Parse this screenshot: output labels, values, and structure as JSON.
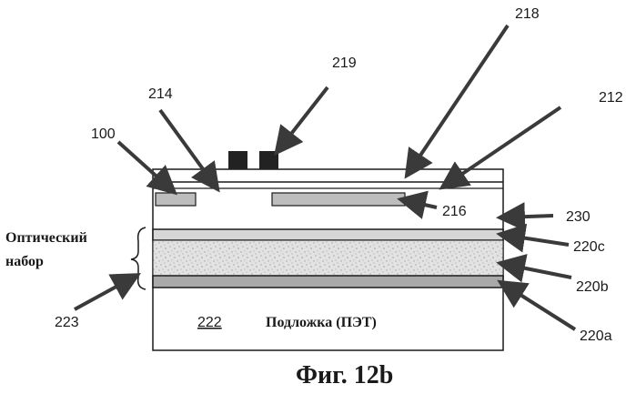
{
  "figure": {
    "caption": "Фиг. 12b",
    "substrate_ref": "222",
    "substrate_label": "Подложка (ПЭТ)",
    "optical_stack_label_line1": "Оптический",
    "optical_stack_label_line2": "набор",
    "labels": {
      "l218": "218",
      "l219": "219",
      "l214": "214",
      "l212": "212",
      "l100": "100",
      "l216": "216",
      "l230": "230",
      "l220c": "220c",
      "l220b": "220b",
      "l220a": "220a",
      "l223": "223"
    }
  },
  "colors": {
    "ink": "#1a1a1a",
    "arrow": "#3a3a3a",
    "electrode_fill": "#bdbdbd",
    "layer_c_fill": "#d6d6d6",
    "layer_b_fill": "#e4e4e4",
    "layer_a_fill": "#a9a9a9",
    "chip_fill": "#222222"
  }
}
